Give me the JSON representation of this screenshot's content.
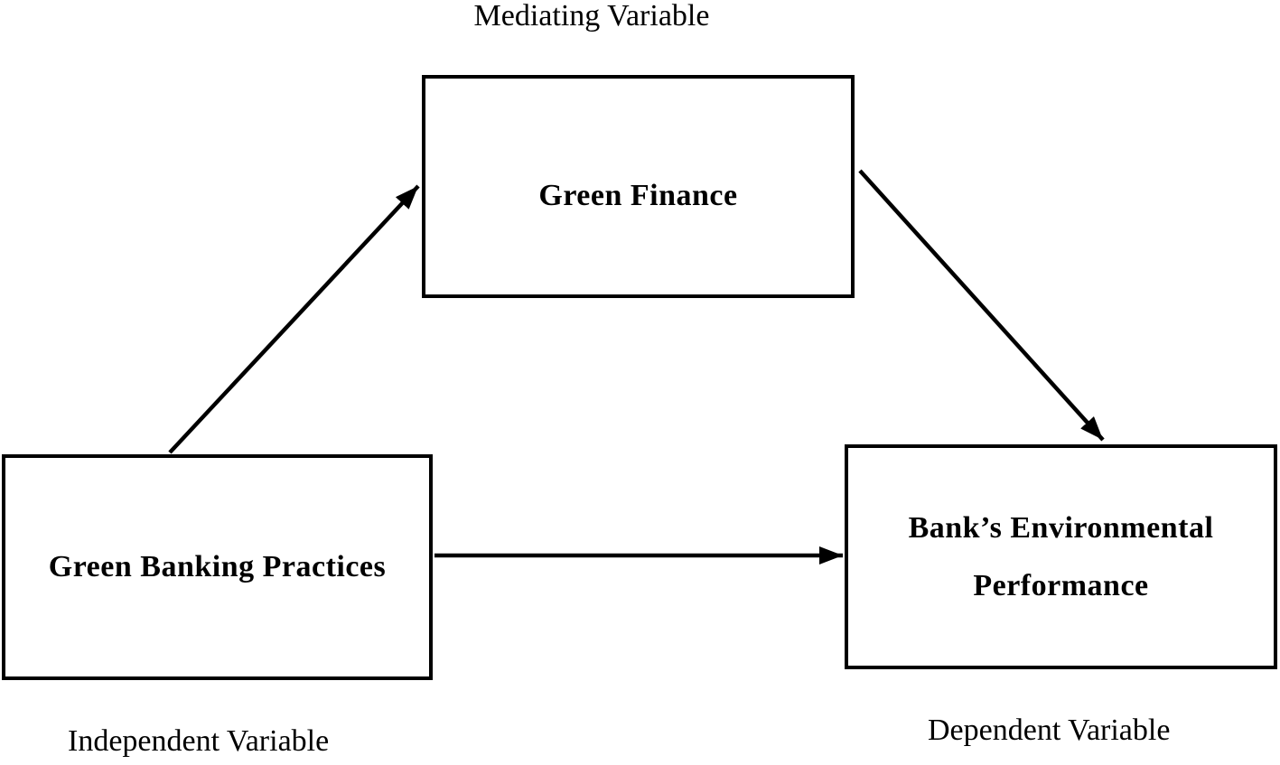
{
  "diagram": {
    "captions": {
      "mediator": "Mediating Variable",
      "independent": "Independent Variable",
      "dependent": "Dependent Variable"
    },
    "boxes": {
      "mediator": {
        "label": "Green Finance"
      },
      "independent": {
        "label": "Green Banking Practices"
      },
      "dependent": {
        "lines": [
          "Bank’s Environmental",
          "Performance"
        ]
      }
    },
    "edges": [
      {
        "from": "Green Banking Practices",
        "to": "Green Finance"
      },
      {
        "from": "Green Finance",
        "to": "Bank’s Environmental Performance"
      },
      {
        "from": "Green Banking Practices",
        "to": "Bank’s Environmental Performance"
      }
    ],
    "colors": {
      "line": "#000000",
      "text": "#000000",
      "background": "#ffffff"
    }
  }
}
